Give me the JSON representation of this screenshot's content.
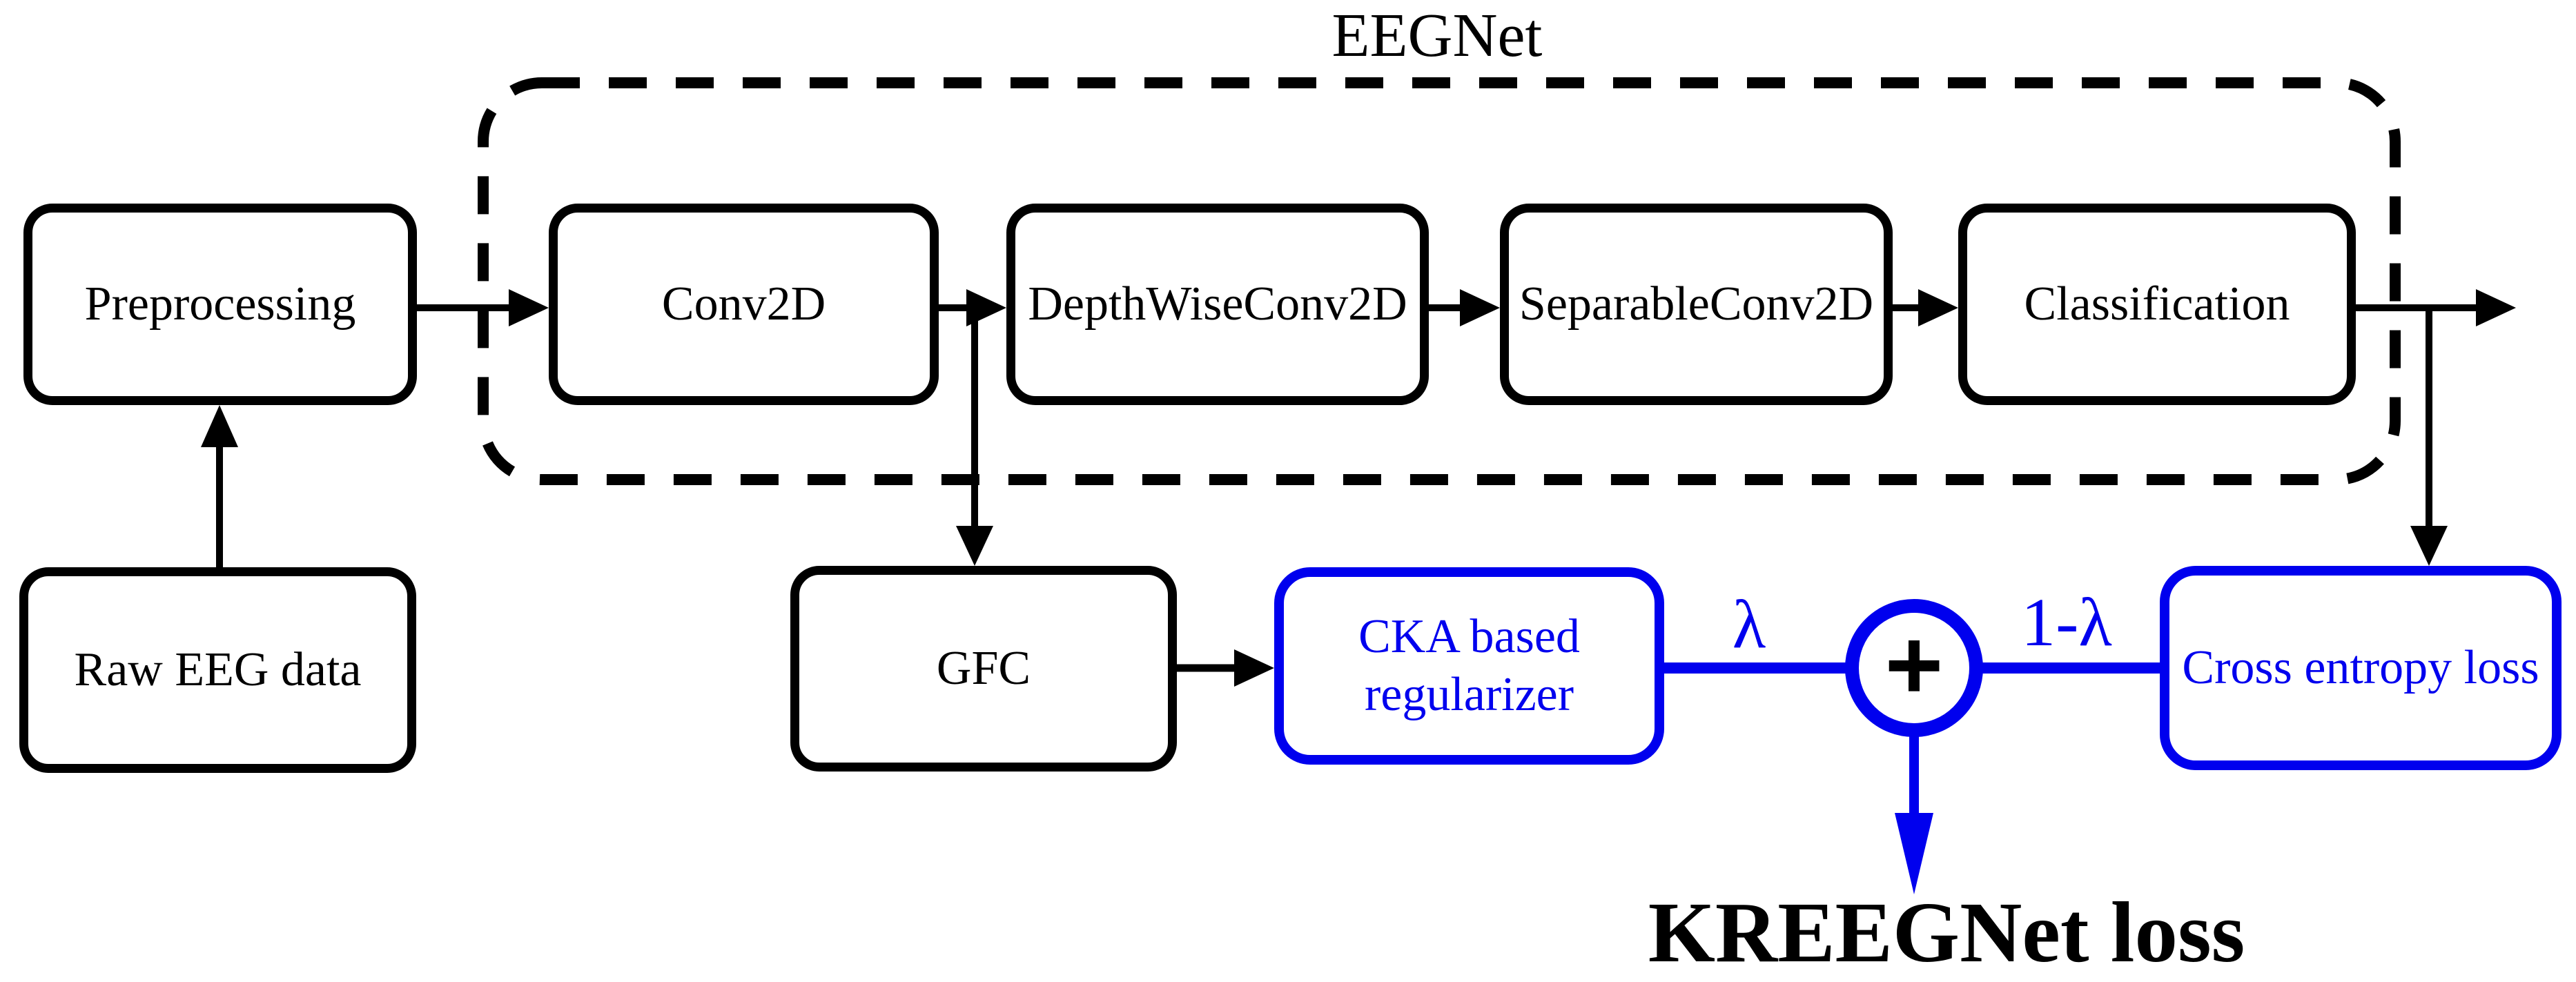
{
  "diagram": {
    "title": "EEGNet",
    "colors": {
      "black": "#000000",
      "blue": "#0000ee",
      "background": "#ffffff"
    },
    "nodes": {
      "preprocessing": {
        "label": "Preprocessing"
      },
      "conv2d": {
        "label": "Conv2D"
      },
      "depthwiseconv2d": {
        "label": "DepthWiseConv2D"
      },
      "separableconv2d": {
        "label": "SeparableConv2D"
      },
      "classification": {
        "label": "Classification"
      },
      "raw_eeg_data": {
        "label": "Raw EEG data"
      },
      "gfc": {
        "label": "GFC"
      },
      "cka_regularizer": {
        "label_line1": "CKA based",
        "label_line2": "regularizer"
      },
      "cross_entropy_loss": {
        "label": "Cross entropy loss"
      }
    },
    "labels": {
      "lambda": "λ",
      "one_minus_lambda": "1-λ",
      "plus": "+",
      "output": "KREEGNet loss"
    }
  }
}
